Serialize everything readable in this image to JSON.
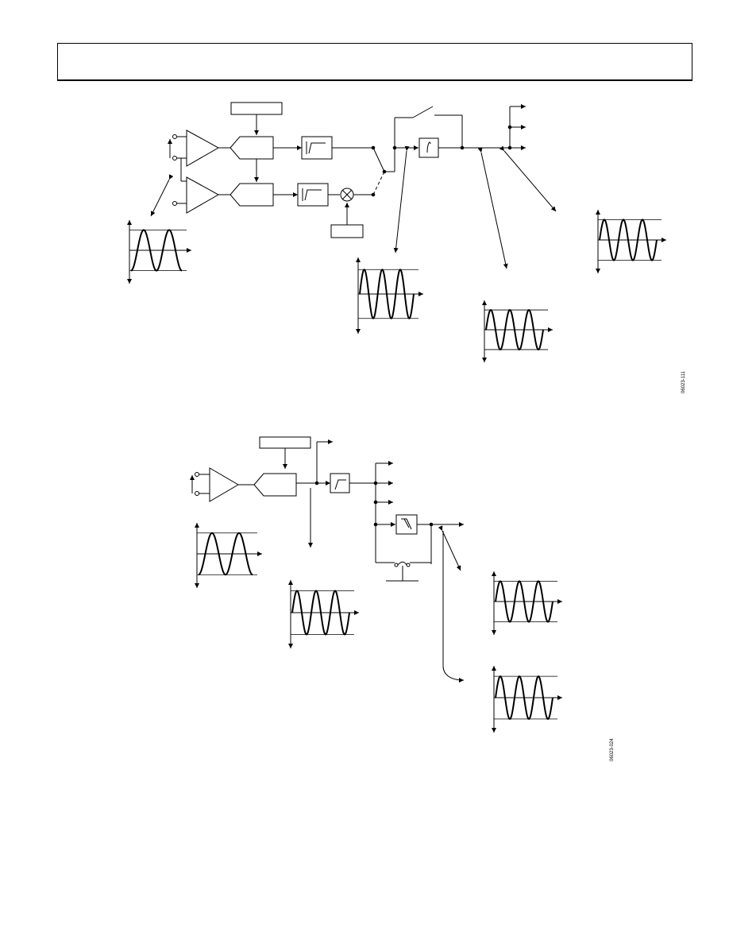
{
  "page": {
    "header": {
      "text": ""
    }
  },
  "figures": [
    {
      "id": "figure-top",
      "ref_code": "06023-111"
    },
    {
      "id": "figure-bottom",
      "ref_code": "06023-024"
    }
  ],
  "colors": {
    "ink": "#000000",
    "paper": "#ffffff"
  }
}
